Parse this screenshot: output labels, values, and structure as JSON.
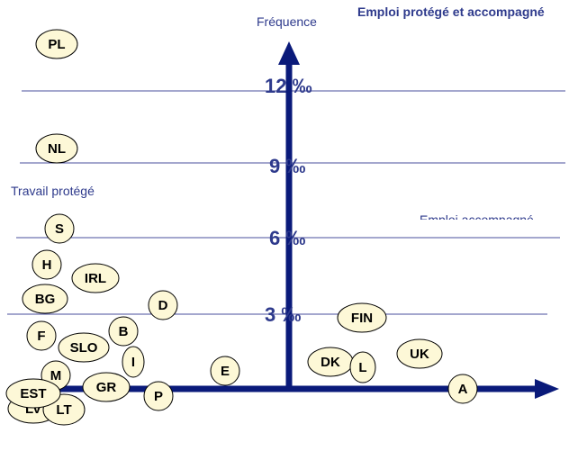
{
  "title": "Emploi protégé et accompagné",
  "y_axis_title": "Fréquence",
  "left_region_label": "Travail protégé",
  "right_region_label": "Emploi accompagné",
  "colors": {
    "axis": "#0a1a7a",
    "text": "#2e3a8c",
    "gridline": "#4a4f9e",
    "bubble_fill": "#fdf8d7",
    "bubble_stroke": "#000000"
  },
  "ticks": [
    "3 ‰",
    "6 ‰",
    "9 ‰",
    "12 ‰"
  ],
  "countries": [
    "PL",
    "NL",
    "S",
    "H",
    "IRL",
    "BG",
    "D",
    "B",
    "F",
    "SLO",
    "I",
    "M",
    "E",
    "GR",
    "EST",
    "LV",
    "LT",
    "P",
    "FIN",
    "DK",
    "L",
    "UK",
    "A"
  ]
}
